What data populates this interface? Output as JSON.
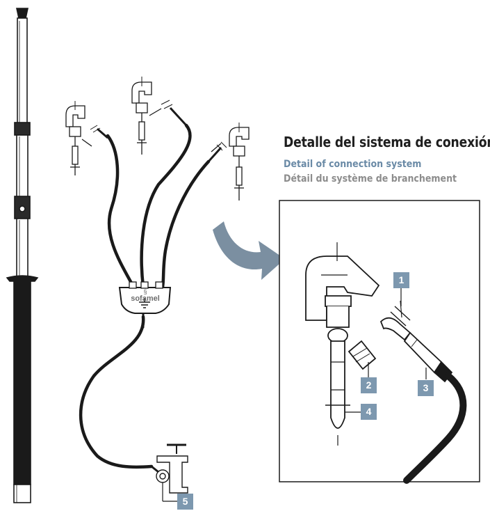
{
  "heading": {
    "es": "Detalle del sistema de conexión",
    "en": "Detail of connection system",
    "fr": "Détail du système de branchement"
  },
  "brand": "sofamel",
  "callouts": [
    "1",
    "2",
    "3",
    "4",
    "5"
  ],
  "colors": {
    "accent_blue": "#7d98af",
    "arrow": "#7b8fa1",
    "line": "#1a1a1a"
  },
  "icons": [
    "ground-icon",
    "curved-arrow-icon"
  ]
}
